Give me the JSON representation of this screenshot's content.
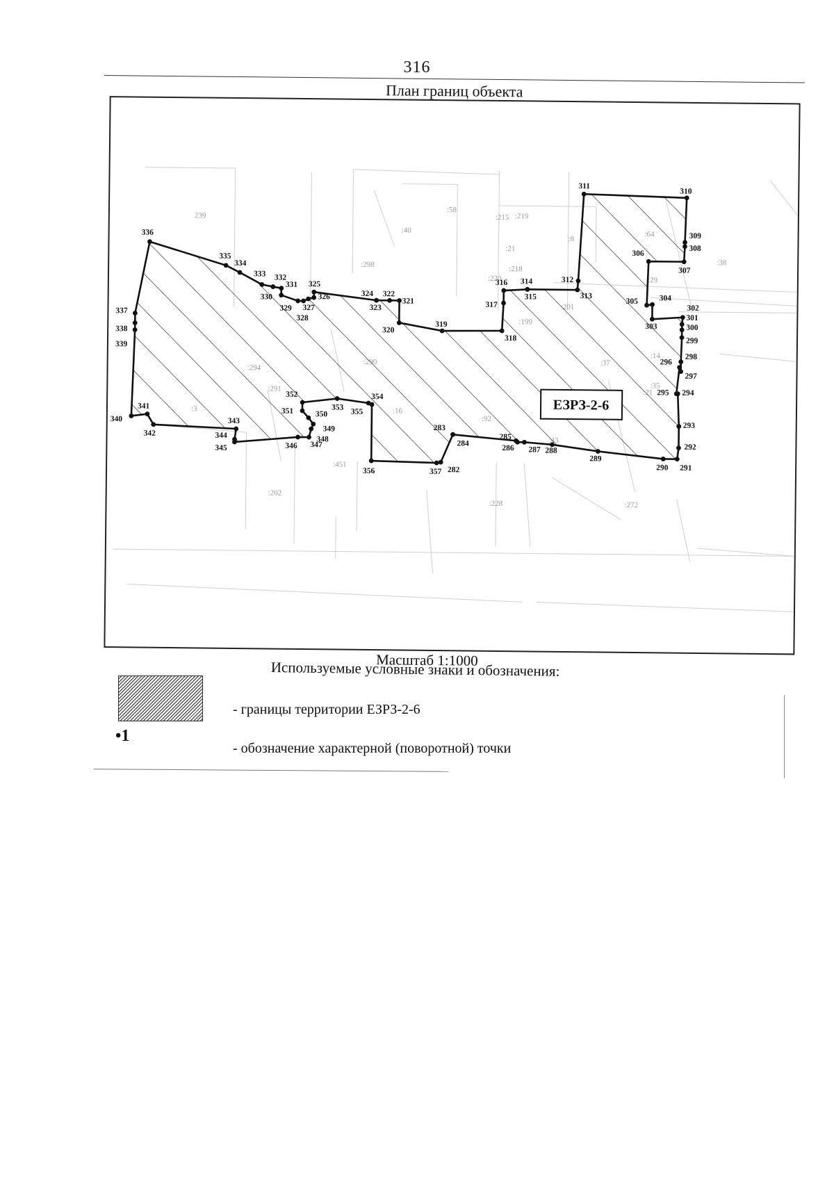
{
  "page_number": "316",
  "plan_title": "План границ объекта",
  "zone_label": "ЕЗРЗ-2-6",
  "scale": "Масштаб 1:1000",
  "legend": {
    "heading": "Используемые условные знаки и обозначения:",
    "area_label": "- границы территории ЕЗРЗ-2-6",
    "point_marker": "•1",
    "point_label": "- обозначение характерной (поворотной) точки"
  },
  "parcel_labels": [
    "239",
    ":58",
    ":215",
    ":219",
    ":40",
    ":298",
    ":64",
    ":8",
    ":38",
    ":21",
    ":218",
    ":220",
    ":29",
    ":201",
    ":199",
    ":290",
    ":294",
    ":291",
    ":37",
    ":14",
    ":35",
    ":92",
    ":43",
    ":451",
    ":202",
    ":228",
    ":272",
    ":16",
    ":21",
    ":3"
  ],
  "boundary_point_labels": [
    "282",
    "283",
    "284",
    "285",
    "286",
    "287",
    "288",
    "289",
    "290",
    "291",
    "292",
    "293",
    "294",
    "295",
    "296",
    "297",
    "298",
    "299",
    "300",
    "301",
    "302",
    "303",
    "304",
    "305",
    "306",
    "307",
    "308",
    "309",
    "310",
    "311",
    "312",
    "313",
    "314",
    "315",
    "316",
    "317",
    "318",
    "319",
    "320",
    "321",
    "322",
    "323",
    "324",
    "325",
    "326",
    "327",
    "328",
    "329",
    "330",
    "331",
    "332",
    "333",
    "334",
    "335",
    "336",
    "337",
    "338",
    "339",
    "340",
    "341",
    "342",
    "343",
    "344",
    "345",
    "346",
    "347",
    "348",
    "349",
    "350",
    "351",
    "352",
    "353",
    "354",
    "355",
    "356",
    "357"
  ]
}
